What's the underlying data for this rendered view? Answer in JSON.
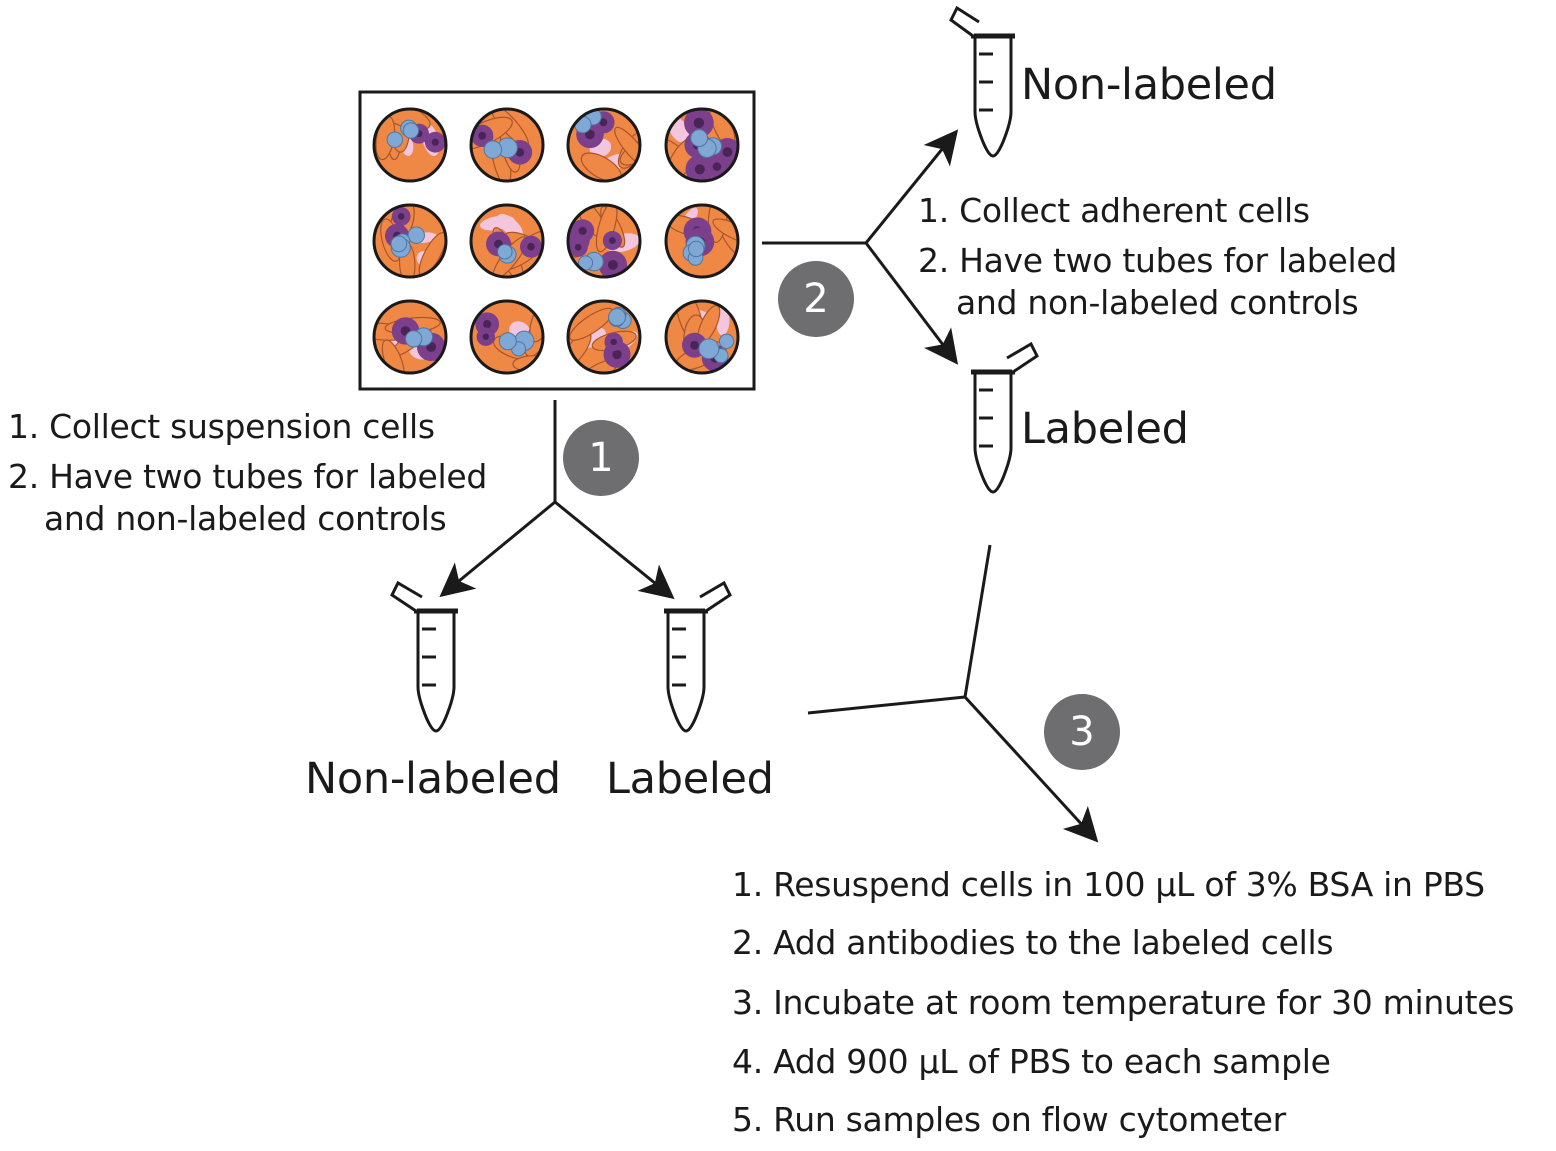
{
  "tube_labels": {
    "top_non_labeled": "Non-labeled",
    "top_labeled": "Labeled",
    "bottom_non_labeled": "Non-labeled",
    "bottom_labeled": "Labeled"
  },
  "path1": {
    "badge": "1",
    "steps": [
      {
        "num": "1.",
        "text": "Collect suspension cells"
      },
      {
        "num": "2.",
        "text": "Have two tubes for labeled",
        "cont": "and non-labeled controls"
      }
    ]
  },
  "path2": {
    "badge": "2",
    "steps": [
      {
        "num": "1.",
        "text": "Collect adherent cells"
      },
      {
        "num": "2.",
        "text": "Have two tubes for labeled",
        "cont": "and non-labeled controls"
      }
    ]
  },
  "path3": {
    "badge": "3",
    "steps": [
      {
        "num": "1.",
        "text": "Resuspend cells in 100 μL of 3% BSA in PBS"
      },
      {
        "num": "2.",
        "text": "Add antibodies to the labeled cells"
      },
      {
        "num": "3.",
        "text": "Incubate at room temperature for 30 minutes"
      },
      {
        "num": "4.",
        "text": "Add 900 μL of PBS to each sample"
      },
      {
        "num": "5.",
        "text": "Run samples on flow cytometer"
      }
    ]
  },
  "colors": {
    "stroke": "#1a1a1a",
    "badge": "#6e6e70",
    "cell_orange": "#ef8844",
    "cell_purple": "#7b3f8c",
    "cell_blue": "#7fa8d4",
    "cell_pink": "#f4c6dd"
  }
}
